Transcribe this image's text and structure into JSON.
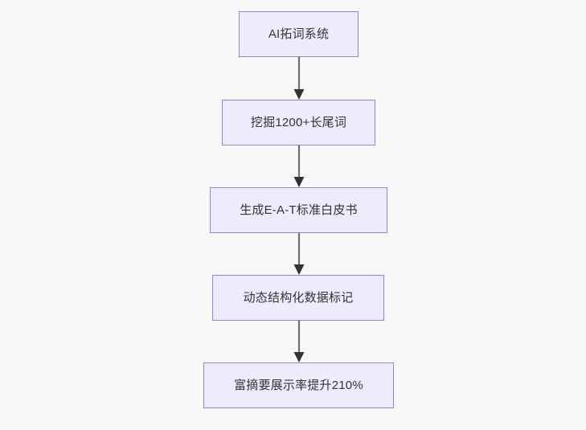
{
  "diagram": {
    "type": "flowchart",
    "direction": "top-to-bottom",
    "background_color": "#f8f8f8",
    "node_fill_color": "#ececfd",
    "node_border_color": "#9f7fd4",
    "node_text_color": "#333333",
    "edge_line_color": "#707070",
    "edge_arrowhead_color": "#333333",
    "nodes": [
      {
        "id": "n0",
        "label": "AI拓词系统"
      },
      {
        "id": "n1",
        "label": "挖掘1200+长尾词"
      },
      {
        "id": "n2",
        "label": "生成E-A-T标准白皮书"
      },
      {
        "id": "n3",
        "label": "动态结构化数据标记"
      },
      {
        "id": "n4",
        "label": "富摘要展示率提升210%"
      }
    ],
    "edges": [
      {
        "from": "n0",
        "to": "n1",
        "label": ""
      },
      {
        "from": "n1",
        "to": "n2",
        "label": ""
      },
      {
        "from": "n2",
        "to": "n3",
        "label": ""
      },
      {
        "from": "n3",
        "to": "n4",
        "label": ""
      }
    ]
  }
}
